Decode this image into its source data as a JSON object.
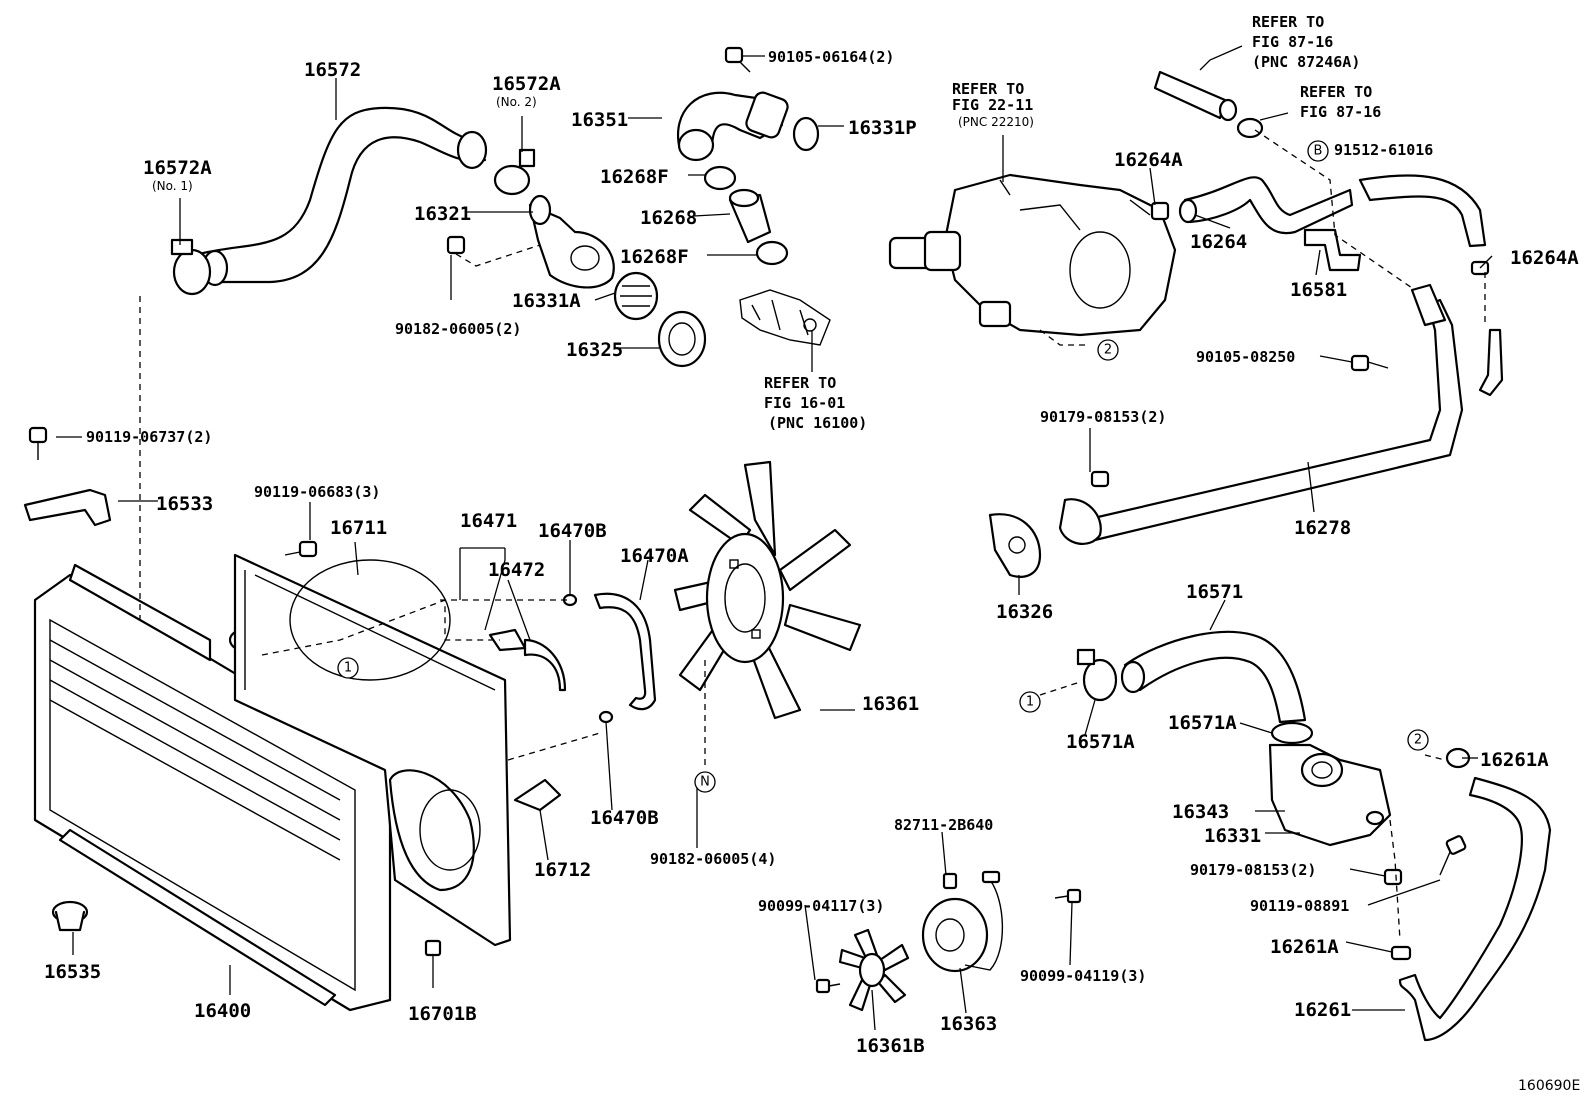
{
  "diagram_id": "160690E",
  "callouts": {
    "c1": "1",
    "c2": "2",
    "cB": "B",
    "cN": "N"
  },
  "labels": {
    "p16572": "16572",
    "p16572A_1": "16572A",
    "p16572A_1_note": "(No. 1)",
    "p16572A_2": "16572A",
    "p16572A_2_note": "(No. 2)",
    "p16321": "16321",
    "p90182_06005_2": "90182-06005(2)",
    "p16331A": "16331A",
    "p16325": "16325",
    "p90105_06164": "90105-06164(2)",
    "p16351": "16351",
    "p16331P": "16331P",
    "p16268F_top": "16268F",
    "p16268": "16268",
    "p16268F_bot": "16268F",
    "refer_16_01_a": "REFER TO",
    "refer_16_01_b": "FIG 16-01",
    "refer_16_01_c": "(PNC 16100)",
    "refer_22_11_a": "REFER TO",
    "refer_22_11_b": "FIG 22-11",
    "refer_22_11_c": "(PNC 22210)",
    "refer_87_16a_a": "REFER TO",
    "refer_87_16a_b": "FIG 87-16",
    "refer_87_16a_c": "(PNC 87246A)",
    "refer_87_16b_a": "REFER TO",
    "refer_87_16b_b": "FIG 87-16",
    "p91512_61016": "91512-61016",
    "p16264A_top": "16264A",
    "p16264": "16264",
    "p16581": "16581",
    "p16264A_right": "16264A",
    "p90105_08250": "90105-08250",
    "p90179_08153_2_top": "90179-08153(2)",
    "p16278": "16278",
    "p16326": "16326",
    "p90119_06737": "90119-06737(2)",
    "p16533": "16533",
    "p90119_06683": "90119-06683(3)",
    "p16711": "16711",
    "p16471": "16471",
    "p16472": "16472",
    "p16470B_top": "16470B",
    "p16470A": "16470A",
    "p16470B_bot": "16470B",
    "p16712": "16712",
    "p16361": "16361",
    "p90182_06005_4": "90182-06005(4)",
    "p16571": "16571",
    "p16571A_left": "16571A",
    "p16571A_mid": "16571A",
    "p16343": "16343",
    "p16331": "16331",
    "p90179_08153_2_bot": "90179-08153(2)",
    "p90119_08891": "90119-08891",
    "p16261A_top": "16261A",
    "p16261A_bot": "16261A",
    "p16261": "16261",
    "p16535": "16535",
    "p16400": "16400",
    "p16701B": "16701B",
    "p82711_2B640": "82711-2B640",
    "p90099_04117": "90099-04117(3)",
    "p90099_04119": "90099-04119(3)",
    "p16361B": "16361B",
    "p16363": "16363"
  }
}
